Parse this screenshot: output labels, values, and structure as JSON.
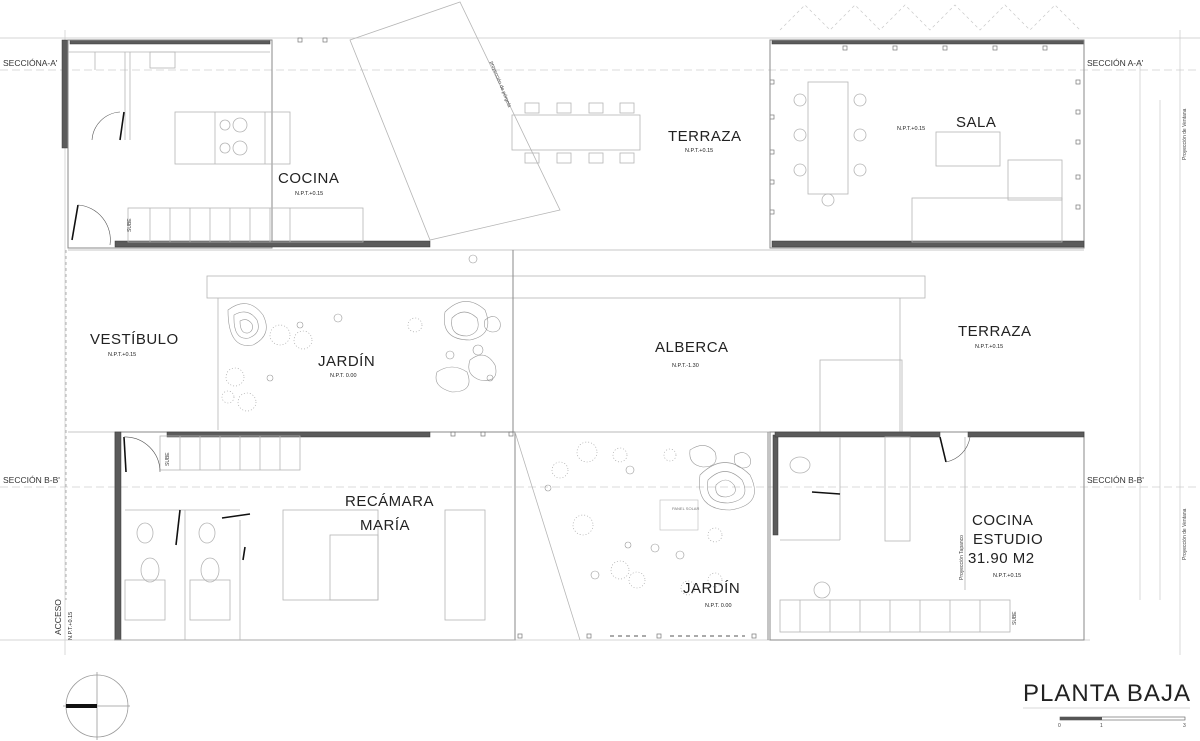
{
  "title": "PLANTA BAJA",
  "scale": {
    "ticks": [
      "0",
      "1",
      "3"
    ]
  },
  "sections": {
    "a_left": "SECCIÓNA-A'",
    "a_right": "SECCIÓN A-A'",
    "b_left": "SECCIÓN B-B'",
    "b_right": "SECCIÓN B-B'"
  },
  "rooms": {
    "cocina": {
      "name": "COCINA",
      "level": "N.P.T.+0.15"
    },
    "terraza_top": {
      "name": "TERRAZA",
      "level": "N.P.T.+0.15"
    },
    "sala": {
      "name": "SALA",
      "level": "N.P.T.+0.15"
    },
    "vestibulo": {
      "name": "VESTÍBULO",
      "level": "N.P.T.+0.15"
    },
    "jardin_top": {
      "name": "JARDÍN",
      "level": "N.P.T. 0.00"
    },
    "alberca": {
      "name": "ALBERCA",
      "level": "N.P.T.-1.30"
    },
    "terraza_right": {
      "name": "TERRAZA",
      "level": "N.P.T.+0.15"
    },
    "recamara": {
      "name_line1": "RECÁMARA",
      "name_line2": "MARÍA"
    },
    "jardin_bottom": {
      "name": "JARDÍN",
      "level": "N.P.T. 0.00"
    },
    "cocina_estudio": {
      "name_line1": "COCINA",
      "name_line2": "ESTUDIO",
      "area": "31.90 M2",
      "level": "N.P.T.+0.15"
    },
    "acceso": {
      "name": "ACCESO",
      "level": "N.P.T.+0.15"
    }
  },
  "notes": {
    "sube_top": "SUBE",
    "sube_bottom_left": "SUBE",
    "sube_bottom_right": "SUBE",
    "proyeccion_ventana_top": "Proyección de Ventana",
    "proyeccion_ventana_bottom": "Proyección de Ventana",
    "proyeccion_tapanco": "Proyección Tapanco",
    "panel_solar": "PANEL SOLAR",
    "proyeccion_pergola": "proyección de pérgola"
  },
  "colors": {
    "wall": "#5b5b5b",
    "line": "#c9c9c9",
    "text": "#222222"
  }
}
